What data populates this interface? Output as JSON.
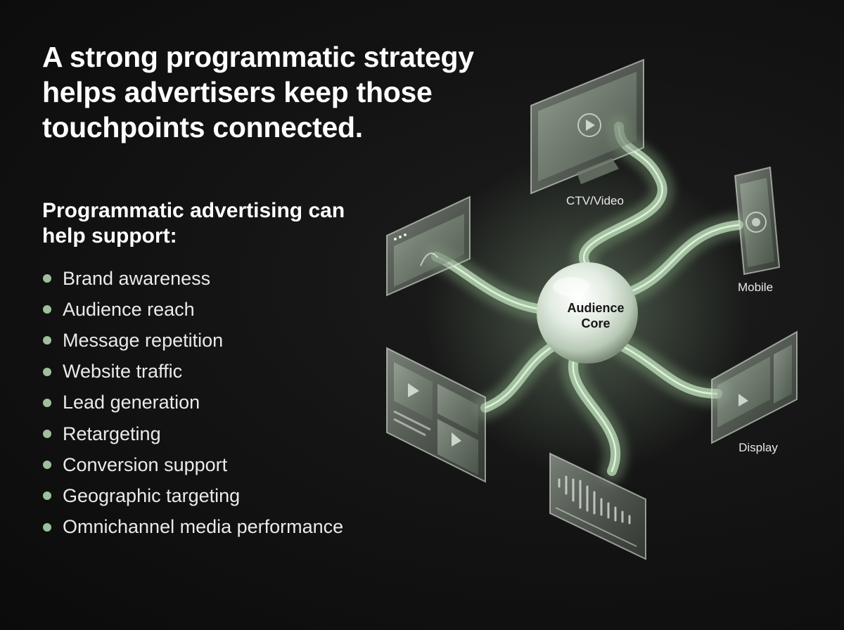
{
  "headline": "A strong programmatic strategy helps advertisers keep those touchpoints connected.",
  "subhead": "Programmatic advertising can help support:",
  "items": [
    "Brand awareness",
    "Audience reach",
    "Message repetition",
    "Website traffic",
    "Lead generation",
    "Retargeting",
    "Conversion support",
    "Geographic targeting",
    "Omnichannel media performance"
  ],
  "diagram": {
    "core_line1": "Audience",
    "core_line2": "Core",
    "labels": {
      "ctv": "CTV/Video",
      "mobile": "Mobile",
      "display": "Display"
    }
  },
  "colors": {
    "accent": "#9ebf9c",
    "background": "#141414"
  }
}
